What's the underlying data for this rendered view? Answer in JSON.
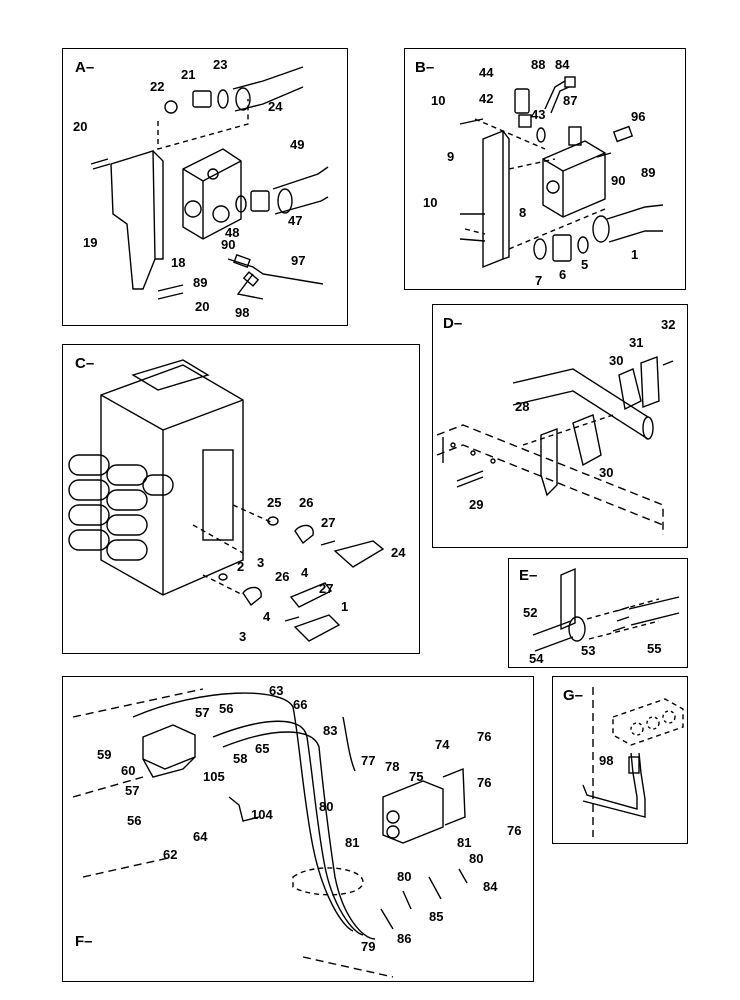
{
  "panels": {
    "A": {
      "title": "A–",
      "callouts": [
        "22",
        "21",
        "23",
        "24",
        "20",
        "49",
        "47",
        "48",
        "19",
        "18",
        "90",
        "89",
        "97",
        "98",
        "20"
      ]
    },
    "B": {
      "title": "B–",
      "callouts": [
        "44",
        "88",
        "84",
        "87",
        "10",
        "42",
        "43",
        "96",
        "9",
        "89",
        "90",
        "8",
        "10",
        "7",
        "6",
        "5",
        "1"
      ]
    },
    "C": {
      "title": "C–",
      "callouts": [
        "25",
        "26",
        "27",
        "24",
        "2",
        "3",
        "26",
        "4",
        "27",
        "3",
        "4",
        "1"
      ]
    },
    "D": {
      "title": "D–",
      "callouts": [
        "32",
        "31",
        "30",
        "28",
        "30",
        "29"
      ]
    },
    "E": {
      "title": "E–",
      "callouts": [
        "52",
        "55",
        "54",
        "53"
      ]
    },
    "F": {
      "title": "F–",
      "callouts": [
        "63",
        "57",
        "56",
        "66",
        "59",
        "60",
        "58",
        "65",
        "83",
        "74",
        "76",
        "77",
        "78",
        "75",
        "105",
        "57",
        "76",
        "104",
        "56",
        "64",
        "80",
        "81",
        "76",
        "62",
        "81",
        "80",
        "80",
        "84",
        "85",
        "79",
        "86"
      ]
    },
    "G": {
      "title": "G–",
      "callouts": [
        "98"
      ]
    }
  }
}
